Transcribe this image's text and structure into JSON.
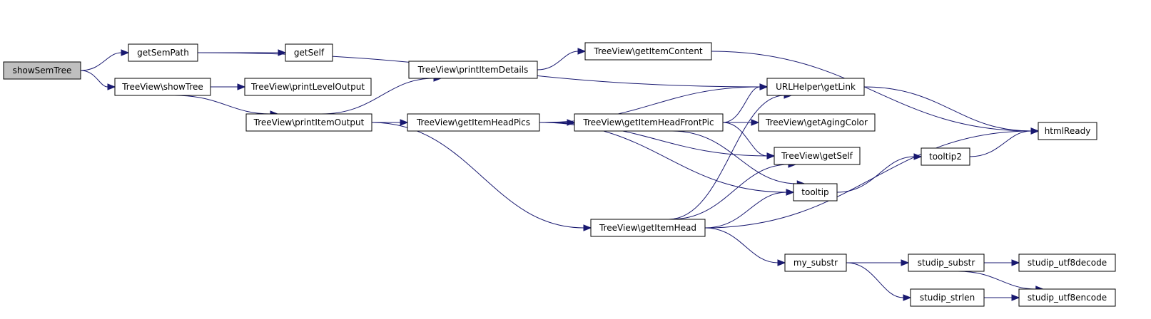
{
  "nodes": [
    {
      "id": "showSemTree",
      "label": "showSemTree",
      "root": true
    },
    {
      "id": "getSemPath",
      "label": "getSemPath"
    },
    {
      "id": "getSelf",
      "label": "getSelf"
    },
    {
      "id": "showTree",
      "label": "TreeView\\showTree"
    },
    {
      "id": "printLevelOutput",
      "label": "TreeView\\printLevelOutput"
    },
    {
      "id": "printItemOutput",
      "label": "TreeView\\printItemOutput"
    },
    {
      "id": "printItemDetails",
      "label": "TreeView\\printItemDetails"
    },
    {
      "id": "getItemHeadPics",
      "label": "TreeView\\getItemHeadPics"
    },
    {
      "id": "getItemContent",
      "label": "TreeView\\getItemContent"
    },
    {
      "id": "getItemHeadFrontPic",
      "label": "TreeView\\getItemHeadFrontPic"
    },
    {
      "id": "getItemHead",
      "label": "TreeView\\getItemHead"
    },
    {
      "id": "getLink",
      "label": "URLHelper\\getLink"
    },
    {
      "id": "getAgingColor",
      "label": "TreeView\\getAgingColor"
    },
    {
      "id": "tvGetSelf",
      "label": "TreeView\\getSelf"
    },
    {
      "id": "tooltip",
      "label": "tooltip"
    },
    {
      "id": "tooltip2",
      "label": "tooltip2"
    },
    {
      "id": "htmlReady",
      "label": "htmlReady"
    },
    {
      "id": "my_substr",
      "label": "my_substr"
    },
    {
      "id": "studip_substr",
      "label": "studip_substr"
    },
    {
      "id": "studip_strlen",
      "label": "studip_strlen"
    },
    {
      "id": "studip_utf8decode",
      "label": "studip_utf8decode"
    },
    {
      "id": "studip_utf8encode",
      "label": "studip_utf8encode"
    }
  ],
  "edges": [
    [
      "showSemTree",
      "getSemPath"
    ],
    [
      "showSemTree",
      "showTree"
    ],
    [
      "getSemPath",
      "getSelf"
    ],
    [
      "getSemPath",
      "getLink"
    ],
    [
      "showTree",
      "printLevelOutput"
    ],
    [
      "showTree",
      "printItemOutput"
    ],
    [
      "printItemOutput",
      "printItemDetails"
    ],
    [
      "printItemOutput",
      "getItemHeadPics"
    ],
    [
      "printItemOutput",
      "getItemHead"
    ],
    [
      "printItemDetails",
      "getItemContent"
    ],
    [
      "getItemContent",
      "htmlReady"
    ],
    [
      "getItemHeadPics",
      "getLink"
    ],
    [
      "getItemHeadPics",
      "getItemHeadFrontPic"
    ],
    [
      "getItemHeadPics",
      "tvGetSelf"
    ],
    [
      "getItemHeadPics",
      "tooltip"
    ],
    [
      "getItemHeadFrontPic",
      "getLink"
    ],
    [
      "getItemHeadFrontPic",
      "getAgingColor"
    ],
    [
      "getItemHeadFrontPic",
      "tvGetSelf"
    ],
    [
      "getItemHeadFrontPic",
      "tooltip"
    ],
    [
      "getItemHead",
      "getLink"
    ],
    [
      "getItemHead",
      "tvGetSelf"
    ],
    [
      "getItemHead",
      "tooltip"
    ],
    [
      "getItemHead",
      "htmlReady"
    ],
    [
      "getItemHead",
      "my_substr"
    ],
    [
      "getLink",
      "htmlReady"
    ],
    [
      "tooltip",
      "tooltip2"
    ],
    [
      "tooltip2",
      "htmlReady"
    ],
    [
      "my_substr",
      "studip_substr"
    ],
    [
      "my_substr",
      "studip_strlen"
    ],
    [
      "studip_substr",
      "studip_utf8decode"
    ],
    [
      "studip_substr",
      "studip_utf8encode"
    ],
    [
      "studip_strlen",
      "studip_utf8encode"
    ]
  ],
  "colors": {
    "edge": "#191970",
    "root_fill": "#bfbfbf",
    "node_fill": "#ffffff",
    "node_stroke": "#000000"
  }
}
